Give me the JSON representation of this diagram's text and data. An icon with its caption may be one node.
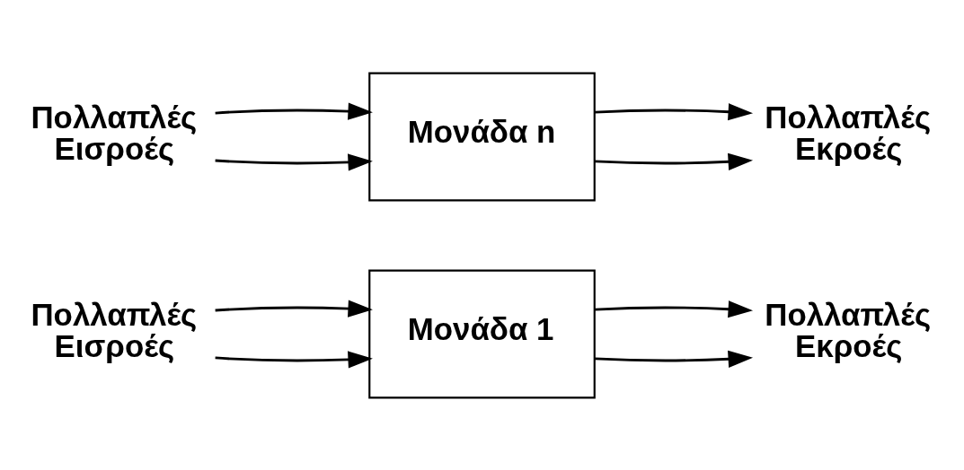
{
  "diagram": {
    "nodes": [
      {
        "text": [
          "Πολλαπλές Εισροές"
        ]
      },
      {
        "text": [
          "Μονάδα 1"
        ]
      },
      {
        "text": [
          "Πολλαπλές Εκροές"
        ]
      },
      {
        "text": [
          "Πολλαπλές Εισροές"
        ]
      },
      {
        "text": [
          "Μονάδα n"
        ]
      },
      {
        "text": [
          "Πολλαπλές Εκροές"
        ]
      }
    ],
    "edges": [
      {
        "from": 0,
        "to": 1,
        "arrow": "to"
      },
      {
        "from": 0,
        "to": 1,
        "arrow": "to"
      },
      {
        "from": 1,
        "to": 2,
        "arrow": "to"
      },
      {
        "from": 1,
        "to": 2,
        "arrow": "to"
      },
      {
        "from": 3,
        "to": 4,
        "arrow": "to"
      },
      {
        "from": 3,
        "to": 4,
        "arrow": "to"
      },
      {
        "from": 4,
        "to": 5,
        "arrow": "to"
      },
      {
        "from": 4,
        "to": 5,
        "arrow": "to"
      }
    ]
  }
}
